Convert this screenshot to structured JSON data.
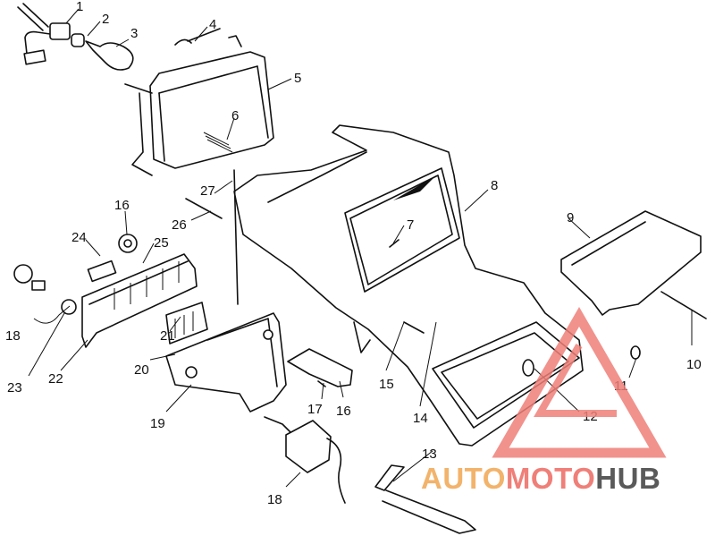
{
  "callouts": [
    {
      "id": "c1",
      "text": "1"
    },
    {
      "id": "c2",
      "text": "2"
    },
    {
      "id": "c3",
      "text": "3"
    },
    {
      "id": "c4",
      "text": "4"
    },
    {
      "id": "c5",
      "text": "5"
    },
    {
      "id": "c6",
      "text": "6"
    },
    {
      "id": "c7",
      "text": "7"
    },
    {
      "id": "c8",
      "text": "8"
    },
    {
      "id": "c9",
      "text": "9"
    },
    {
      "id": "c10",
      "text": "10"
    },
    {
      "id": "c11",
      "text": "11"
    },
    {
      "id": "c12",
      "text": "12"
    },
    {
      "id": "c13",
      "text": "13"
    },
    {
      "id": "c14",
      "text": "14"
    },
    {
      "id": "c15",
      "text": "15"
    },
    {
      "id": "c16a",
      "text": "16"
    },
    {
      "id": "c16b",
      "text": "16"
    },
    {
      "id": "c17",
      "text": "17"
    },
    {
      "id": "c18a",
      "text": "18"
    },
    {
      "id": "c18b",
      "text": "18"
    },
    {
      "id": "c19",
      "text": "19"
    },
    {
      "id": "c20",
      "text": "20"
    },
    {
      "id": "c21",
      "text": "21"
    },
    {
      "id": "c22",
      "text": "22"
    },
    {
      "id": "c23",
      "text": "23"
    },
    {
      "id": "c24",
      "text": "24"
    },
    {
      "id": "c25",
      "text": "25"
    },
    {
      "id": "c26",
      "text": "26"
    },
    {
      "id": "c27",
      "text": "27"
    }
  ],
  "watermark": {
    "part1": "AUTO",
    "part2": "MOTO",
    "part3": "HUB",
    "colors": {
      "auto": "#f2b36b",
      "moto": "#ef7f78",
      "hub": "#5a5a5a",
      "triangle": "#ef7f78"
    }
  }
}
